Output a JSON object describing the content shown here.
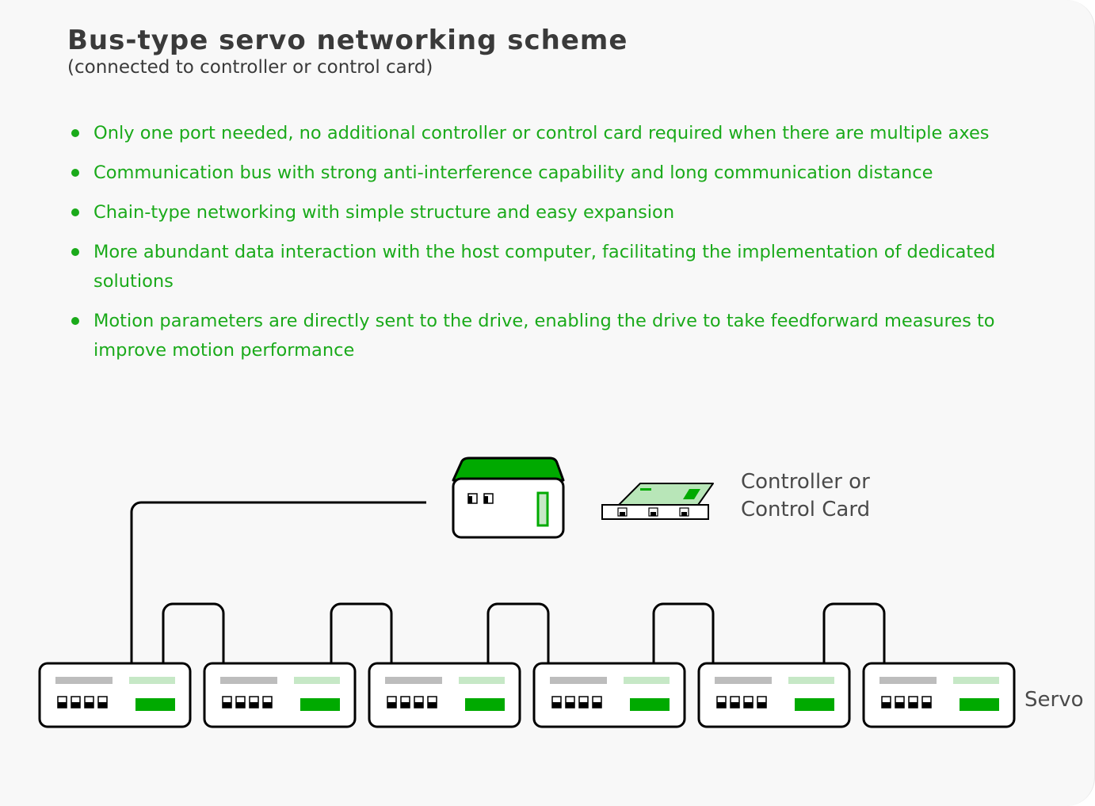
{
  "heading": {
    "title": "Bus-type servo networking scheme",
    "subtitle": "(connected to controller or control card)"
  },
  "features": [
    "Only one port needed, no additional controller or control card required when there are multiple axes",
    "Communication bus with strong anti-interference capability and long communication distance",
    "Chain-type networking with simple structure and easy expansion",
    "More abundant data interaction with the host computer, facilitating the implementation of dedicated solutions",
    "Motion parameters are directly sent to the drive, enabling the drive to take feedforward measures to improve motion performance"
  ],
  "diagram": {
    "controller_label": [
      "Controller or",
      "Control Card"
    ],
    "servo_label": "Servo",
    "servo_count": 6
  },
  "colors": {
    "accent": "#00aa00",
    "text_green": "#1aaa1a",
    "light_green": "#c6e8c6",
    "outline": "#000000",
    "gray_bar": "#bdbdbd"
  }
}
